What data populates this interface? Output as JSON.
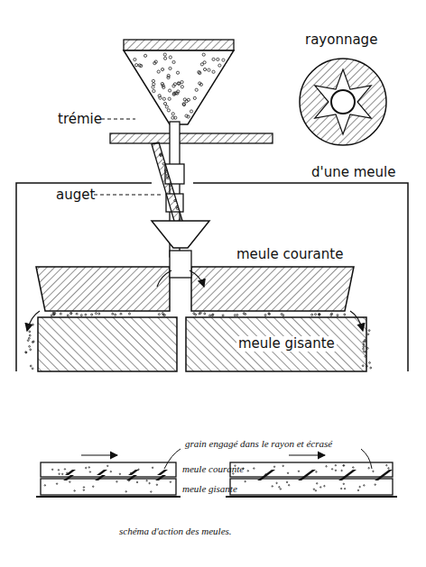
{
  "diagram": {
    "caption": "schéma d'action des meules.",
    "labels": [
      "trémie",
      "auget",
      "rayonnage",
      "d'une meule",
      "meule courante",
      "meule gisante",
      "grain engagé dans le rayon et écrasé",
      "meule courante",
      "meule gisante"
    ]
  }
}
